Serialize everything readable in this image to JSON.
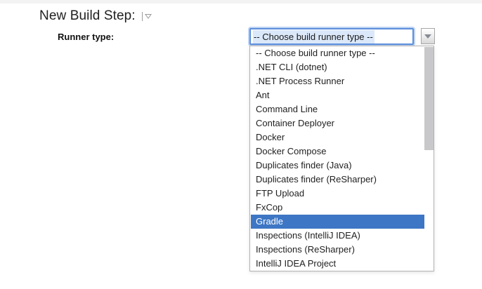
{
  "page": {
    "heading": "New Build Step:"
  },
  "form": {
    "runner_type_label": "Runner type:"
  },
  "select": {
    "value": "-- Choose build runner type --"
  },
  "dropdown": {
    "selected_index": 12,
    "items": [
      "-- Choose build runner type --",
      ".NET CLI (dotnet)",
      ".NET Process Runner",
      "Ant",
      "Command Line",
      "Container Deployer",
      "Docker",
      "Docker Compose",
      "Duplicates finder (Java)",
      "Duplicates finder (ReSharper)",
      "FTP Upload",
      "FxCop",
      "Gradle",
      "Inspections (IntelliJ IDEA)",
      "Inspections (ReSharper)",
      "IntelliJ IDEA Project"
    ]
  },
  "icons": {
    "step_menu_caret": "dropdown-arrow",
    "select_caret": "caret-down"
  },
  "colors": {
    "highlight": "#3d76c4",
    "focus_border": "#5c8edc",
    "focus_glow": "#c0d5f4",
    "selection_bg": "#dbe8f9",
    "dropdown_border": "#b2b2b2",
    "scrollbar_thumb": "#c8c8ca"
  }
}
